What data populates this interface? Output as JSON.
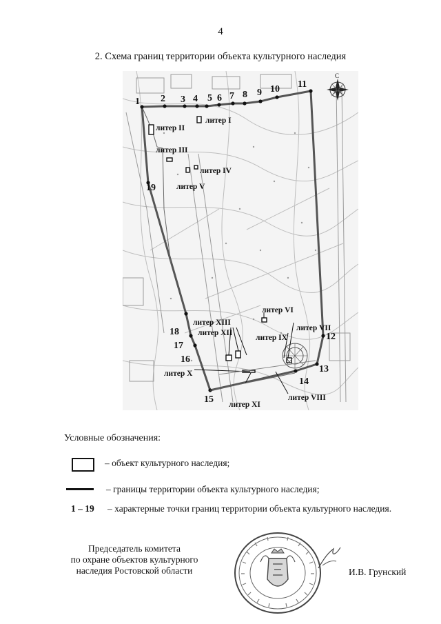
{
  "page_number": "4",
  "heading": "2. Схема границ территории объекта культурного наследия",
  "map": {
    "north_marker": "С",
    "points": [
      "1",
      "2",
      "3",
      "4",
      "5",
      "6",
      "7",
      "8",
      "9",
      "10",
      "11",
      "12",
      "13",
      "14",
      "15",
      "16",
      "17",
      "18",
      "19"
    ],
    "liters": {
      "I": "литер I",
      "II": "литер II",
      "III": "литер III",
      "IV": "литер IV",
      "V": "литер V",
      "VI": "литер VI",
      "VII": "литер VII",
      "VIII": "литер VIII",
      "IX": "литер IX",
      "X": "литер X",
      "XI": "литер XI",
      "XII": "литер XII",
      "XIII": "литер XIII"
    }
  },
  "legend": {
    "title": "Условные обозначения:",
    "object": "– объект культурного наследия;",
    "boundary": "– границы территории объекта культурного наследия;",
    "range": "1 – 19",
    "points": "– характерные точки границ территории объекта культурного наследия."
  },
  "signature_block": {
    "line1": "Председатель комитета",
    "line2": "по охране объектов культурного",
    "line3": "наследия Ростовской области",
    "name": "И.В. Грунский"
  }
}
